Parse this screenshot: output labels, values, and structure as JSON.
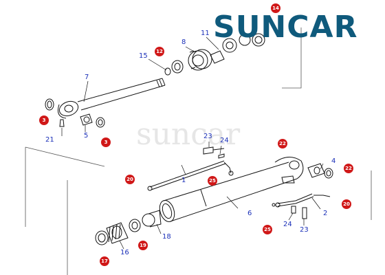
{
  "brand": {
    "logo_text": "SUNCAR",
    "watermark_text": "suncar"
  },
  "colors": {
    "brand": "#0f5a7c",
    "callout": "#1a2fb8",
    "badge": "#d01818",
    "line": "#111111"
  },
  "callouts": {
    "c1": "1",
    "c2": "2",
    "c4": "4",
    "c5": "5",
    "c6": "6",
    "c7": "7",
    "c8": "8",
    "c11": "11",
    "c15": "15",
    "c16": "16",
    "c18": "18",
    "c21": "21",
    "c23a": "23",
    "c23b": "23",
    "c24a": "24",
    "c24b": "24"
  },
  "badges": {
    "b3a": "3",
    "b3b": "3",
    "b12": "12",
    "b14": "14",
    "b17": "17",
    "b19": "19",
    "b20a": "20",
    "b20b": "20",
    "b22a": "22",
    "b22b": "22",
    "b25a": "25",
    "b25b": "25"
  }
}
